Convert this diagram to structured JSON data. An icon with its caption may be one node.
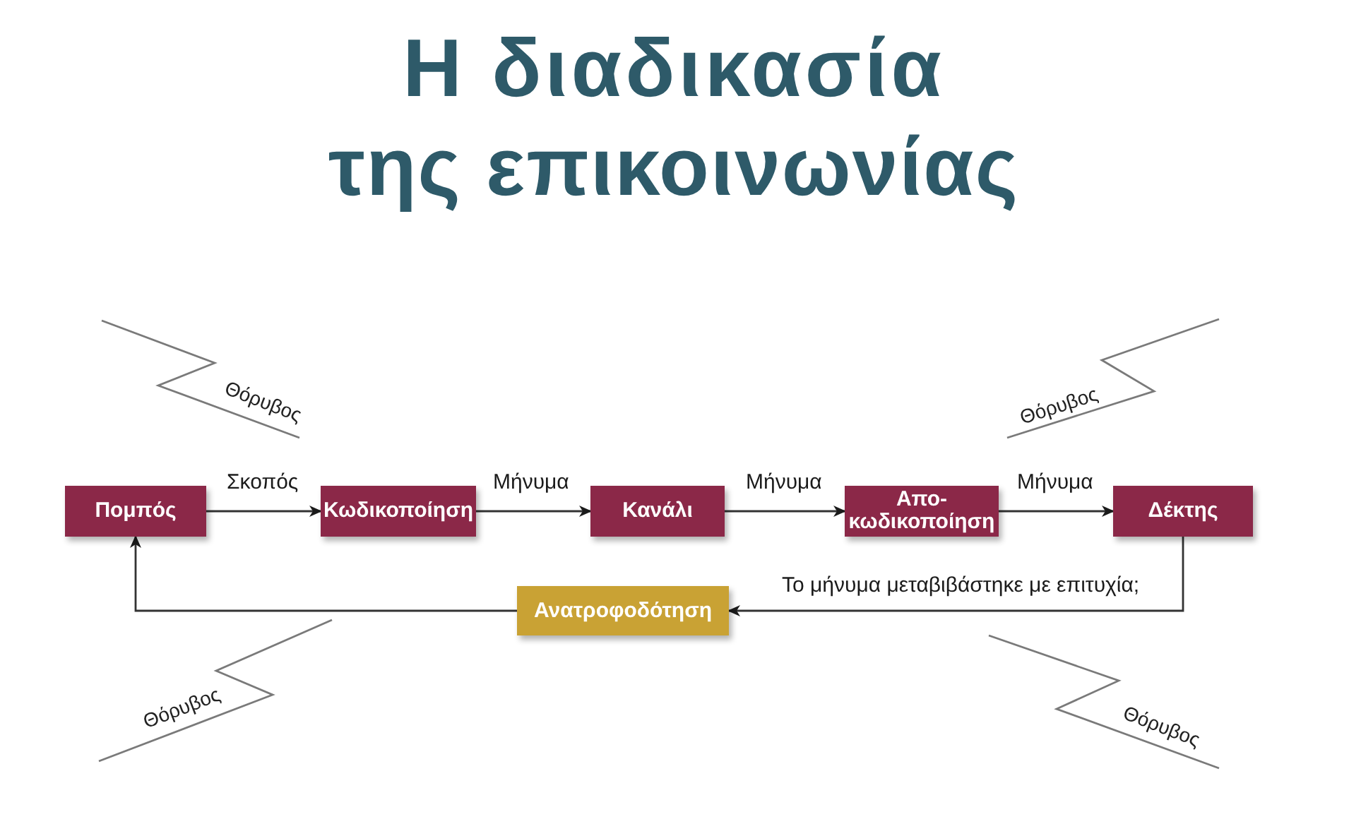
{
  "diagram": {
    "title": "Η διαδικασία της επικοινωνίας",
    "nodes": [
      {
        "text": [
          "Πομπός"
        ]
      },
      {
        "text": [
          "Κωδικοποίηση"
        ]
      },
      {
        "text": [
          "Κανάλι"
        ]
      },
      {
        "text": [
          "Απο- κωδικοποίηση"
        ]
      },
      {
        "text": [
          "Δέκτης"
        ]
      },
      {
        "text": [
          "Ανατροφοδότηση"
        ]
      }
    ],
    "edges": [
      {
        "from": 0,
        "to": 1,
        "arrow": "to",
        "label": "Σκοπός"
      },
      {
        "from": 1,
        "to": 2,
        "arrow": "to",
        "label": "Μήνυμα"
      },
      {
        "from": 2,
        "to": 3,
        "arrow": "to",
        "label": "Μήνυμα"
      },
      {
        "from": 3,
        "to": 4,
        "arrow": "to",
        "label": "Μήνυμα"
      },
      {
        "from": 4,
        "to": 5,
        "arrow": "to",
        "label": "Το μήνυμα μεταβιβάστηκε με επιτυχία;"
      },
      {
        "from": 5,
        "to": 0,
        "arrow": "to"
      }
    ],
    "labels": [
      "Θόρυβος",
      "Θόρυβος",
      "Θόρυβος",
      "Θόρυβος"
    ]
  }
}
